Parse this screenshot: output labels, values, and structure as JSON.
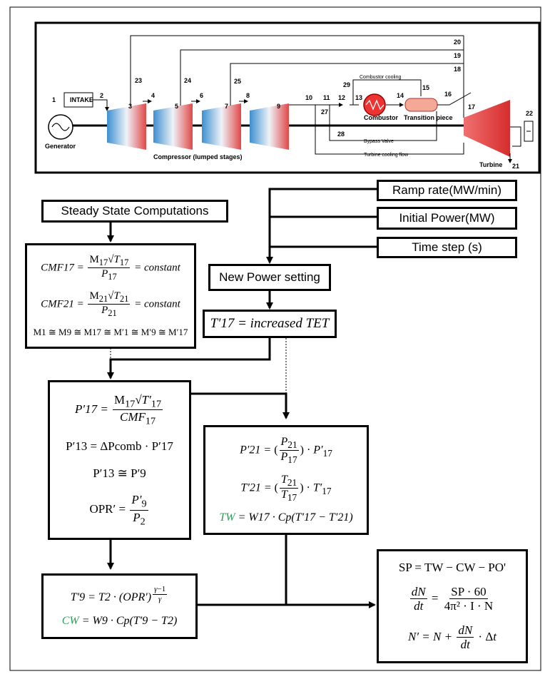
{
  "schematic": {
    "intake_label": "INTAKE",
    "generator_label": "Generator",
    "compressor_label": "Compressor (lumped stages)",
    "combustor_label": "Combustor",
    "combustor_cooling_label": "Combustor cooling",
    "transition_label": "Transition piece",
    "bypass_label": "Bypass Valve",
    "turbine_cooling_label": "Turbine cooling flow",
    "turbine_label": "Turbine",
    "stations": [
      "1",
      "2",
      "3",
      "4",
      "5",
      "6",
      "7",
      "8",
      "9",
      "10",
      "11",
      "12",
      "13",
      "14",
      "15",
      "16",
      "17",
      "18",
      "19",
      "20",
      "21",
      "22",
      "23",
      "24",
      "25",
      "27",
      "28",
      "29"
    ]
  },
  "flowchart": {
    "steady_state": "Steady State Computations",
    "ramp_rate": "Ramp rate(MW/min)",
    "initial_power": "Initial Power(MW)",
    "time_step": "Time step (s)",
    "new_power": "New Power setting",
    "tet": "T′17 = increased TET",
    "cmf17_lhs": "CMF17 =",
    "cmf17_rhs": "= constant",
    "cmf21_lhs": "CMF21 =",
    "cmf21_rhs": "= constant",
    "mass_relation": "M1 ≅ M9 ≅ M17 ≅ M′1 ≅ M′9 ≅ M′17",
    "p17_eq": "P′17 =",
    "p13_eq": "P′13 = ΔPcomb · P′17",
    "p13_p9": "P′13 ≅ P′9",
    "opr_eq": "OPR′ =",
    "p21_eq": "P′21 =",
    "t21_eq": "T′21 =",
    "tw_eq": "TW",
    "tw_rhs": "= W17 · Cp(T′17 − T′21)",
    "t9_eq": "T′9 = T2 · (OPR′)",
    "cw_eq": "CW",
    "cw_rhs": "= W9 · Cp(T′9 − T2)",
    "sp_eq": "SP = TW − CW − PO'",
    "dndt_rhs": "SP · 60",
    "dndt_den": "4π² · I · N",
    "n_eq": "N′ = N +"
  },
  "colors": {
    "green": "#2e9e5b",
    "compressor_blue": "#5aa9d8",
    "turbine_red": "#e84a4a"
  }
}
